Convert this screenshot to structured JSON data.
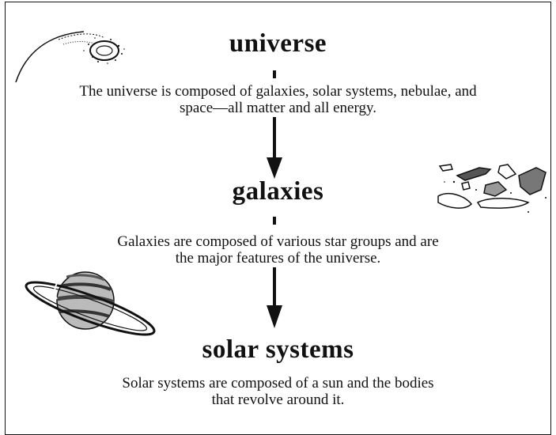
{
  "levels": [
    {
      "heading": "universe",
      "description": [
        "The universe is composed of galaxies, solar systems, nebulae, and",
        "space—all matter and all energy."
      ]
    },
    {
      "heading": "galaxies",
      "description": [
        "Galaxies are composed of various star groups and are",
        "the major features of the universe."
      ]
    },
    {
      "heading": "solar systems",
      "description": [
        "Solar systems are composed of a sun and the bodies",
        "that revolve around it."
      ]
    }
  ],
  "icons": [
    "comet-icon",
    "galaxies-icon",
    "ringed-planet-icon"
  ]
}
